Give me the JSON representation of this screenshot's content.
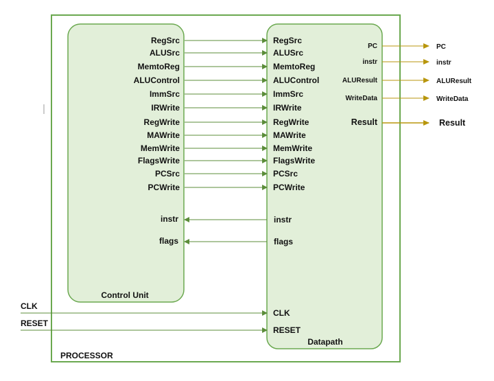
{
  "processor_label": "PROCESSOR",
  "control_unit": {
    "title": "Control Unit"
  },
  "datapath": {
    "title": "Datapath"
  },
  "control_signals": [
    "RegSrc",
    "ALUSrc",
    "MemtoReg",
    "ALUControl",
    "ImmSrc",
    "IRWrite",
    "RegWrite",
    "MAWrite",
    "MemWrite",
    "FlagsWrite",
    "PCSrc",
    "PCWrite"
  ],
  "feedback_signals": [
    "instr",
    "flags"
  ],
  "external_inputs": [
    "CLK",
    "RESET"
  ],
  "outputs": [
    {
      "inner": "PC",
      "outer": "PC"
    },
    {
      "inner": "instr",
      "outer": "instr"
    },
    {
      "inner": "ALUResult",
      "outer": "ALUResult"
    },
    {
      "inner": "WriteData",
      "outer": "WriteData"
    },
    {
      "inner": "Result",
      "outer": "Result"
    }
  ],
  "colors": {
    "frame": "#6aa84f",
    "fill": "#e2efd9",
    "arrow": "#5b8c3a",
    "output_arrow": "#b8960c",
    "text": "#111111"
  }
}
